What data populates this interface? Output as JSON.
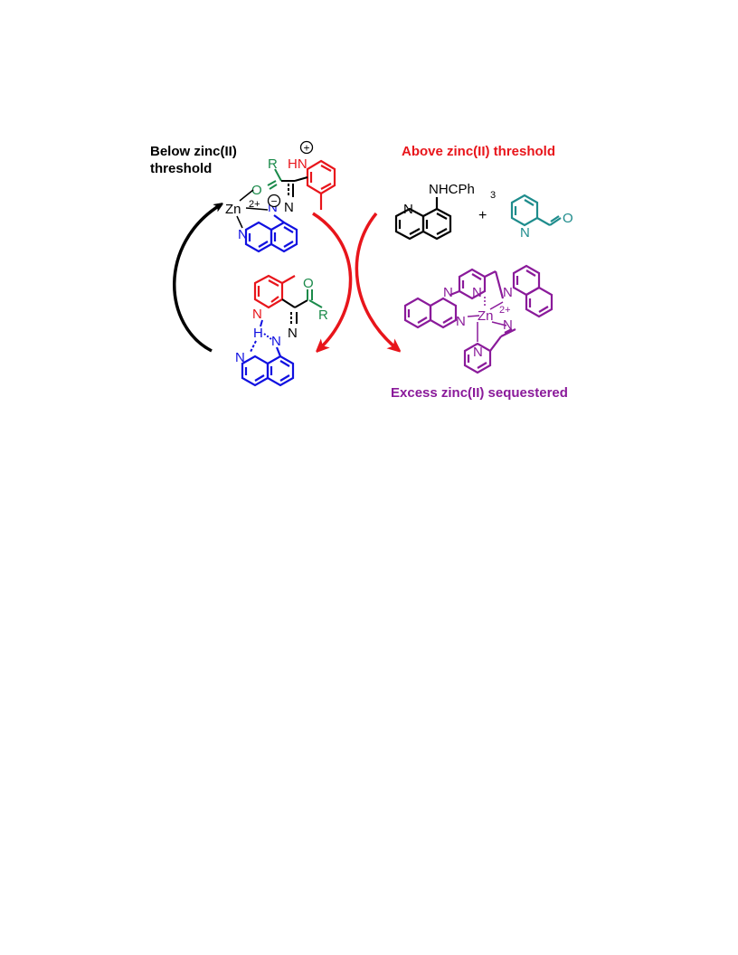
{
  "labels": {
    "below_threshold_line1": "Below zinc(II)",
    "below_threshold_line2": "threshold",
    "above_threshold": "Above zinc(II) threshold",
    "excess_sequestered": "Excess zinc(II) sequestered",
    "reagent_amine": "NHCPh",
    "reagent_amine_sub": "3",
    "plus": "+"
  },
  "atoms": {
    "R": "R",
    "O": "O",
    "N": "N",
    "H": "H",
    "HN": "HN",
    "Zn": "Zn",
    "charge_2plus": "2+",
    "plus_charge": "+",
    "minus_charge": "−"
  },
  "colors": {
    "black": "#000000",
    "red": "#e8151b",
    "green": "#1a8a4a",
    "blue": "#1010e0",
    "teal": "#1e8c8c",
    "purple": "#8a1a9a"
  }
}
